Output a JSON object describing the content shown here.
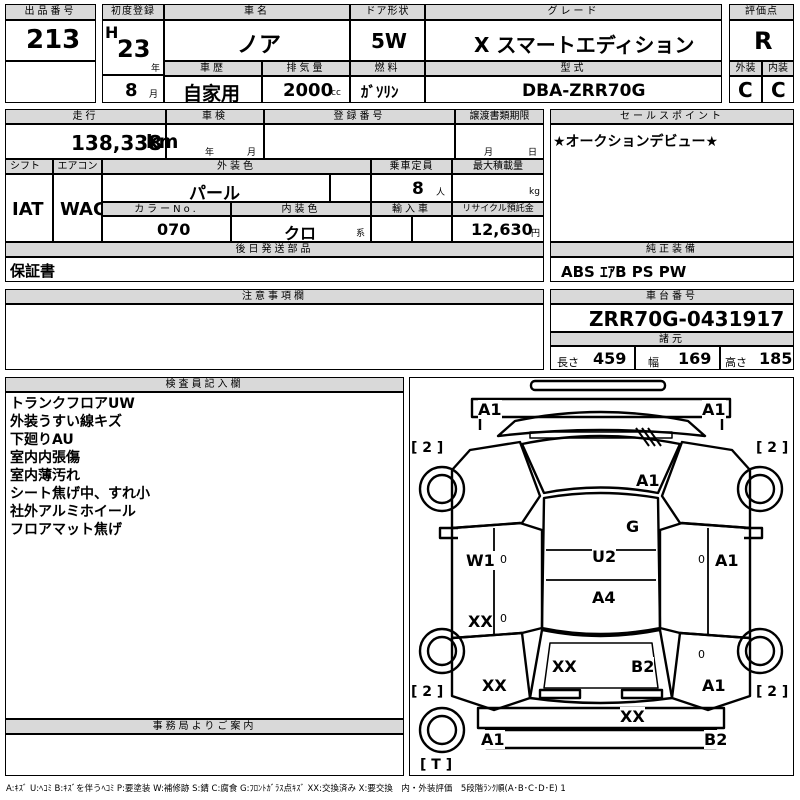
{
  "labels": {
    "lot_no": "出品番号",
    "first_reg": "初度登録",
    "car_name": "車名",
    "door": "ドア形状",
    "grade": "グレード",
    "score": "評価点",
    "history": "車歴",
    "displacement": "排気量",
    "fuel": "燃料",
    "model": "型式",
    "exterior": "外装",
    "interior": "内装",
    "mileage": "走行",
    "inspection": "車検",
    "reg_no": "登録番号",
    "transfer_deadline": "譲渡書類期限",
    "sales_point": "セールスポイント",
    "shift": "シフト",
    "aircon": "エアコン",
    "ext_color": "外装色",
    "capacity": "乗車定員",
    "max_load": "最大積載量",
    "color_no": "カラーNo.",
    "int_color": "内装色",
    "import": "輸入車",
    "recycle": "リサイクル預託金",
    "later_parts": "後日発送部品",
    "genuine_equip": "純正装備",
    "notes": "注意事項欄",
    "chassis_no": "車台番号",
    "specs": "諸元",
    "length": "長さ",
    "width": "幅",
    "height": "高さ",
    "inspector": "検査員記入欄",
    "office": "事務局よりご案内",
    "unit_year": "年",
    "unit_month": "月",
    "unit_km": "km",
    "unit_cc": "cc",
    "unit_person": "人",
    "unit_kg": "kg",
    "unit_yen": "円",
    "unit_kei": "系"
  },
  "values": {
    "lot_no": "213",
    "era": "H",
    "first_reg_year": "23",
    "car_name": "ノア",
    "door": "5W",
    "grade": "X スマートエディション",
    "score": "R",
    "first_reg_month": "8",
    "history": "自家用",
    "displacement": "2000",
    "fuel": "ｶﾞｿﾘﾝ",
    "model": "DBA-ZRR70G",
    "exterior": "C",
    "interior": "C",
    "mileage": "138,338",
    "sales_point": "★オークションデビュー★",
    "shift": "IAT",
    "aircon": "WAC",
    "ext_color": "パール",
    "capacity": "8",
    "color_no": "070",
    "int_color": "クロ",
    "recycle": "12,630",
    "later_parts": "保証書",
    "genuine_equip": "ABS ｴｱB PS PW",
    "chassis_no": "ZRR70G-0431917",
    "length": "459",
    "width": "169",
    "height": "185"
  },
  "inspector_notes": [
    "トランクフロアUW",
    "外装うすい線キズ",
    "下廻りAU",
    "室内内張傷",
    "室内薄汚れ",
    "シート焦げ中、すれ小",
    "社外アルミホイール",
    "フロアマット焦げ"
  ],
  "diagram": {
    "marks": [
      "A1",
      "A1",
      "A1",
      "G",
      "U2",
      "W1",
      "A1",
      "A4",
      "XX",
      "XX",
      "B2",
      "XX",
      "A1",
      "XX",
      "A1",
      "B2"
    ],
    "tires": [
      "[ 2 ]",
      "[ 2 ]",
      "[ 2 ]",
      "[ 2 ]",
      "[ T ]"
    ],
    "small_zero": "0"
  },
  "legend": "A:ｷｽﾞ U:ﾍｺﾐ B:ｷｽﾞを伴うﾍｺﾐ P:要塗装 W:補修跡 S:錆 C:腐食 G:ﾌﾛﾝﾄｶﾞﾗｽ点ｷｽﾞ XX:交換済み X:要交換　内・外装評価　5段階ﾗﾝｸ順(A･B･C･D･E) 1"
}
